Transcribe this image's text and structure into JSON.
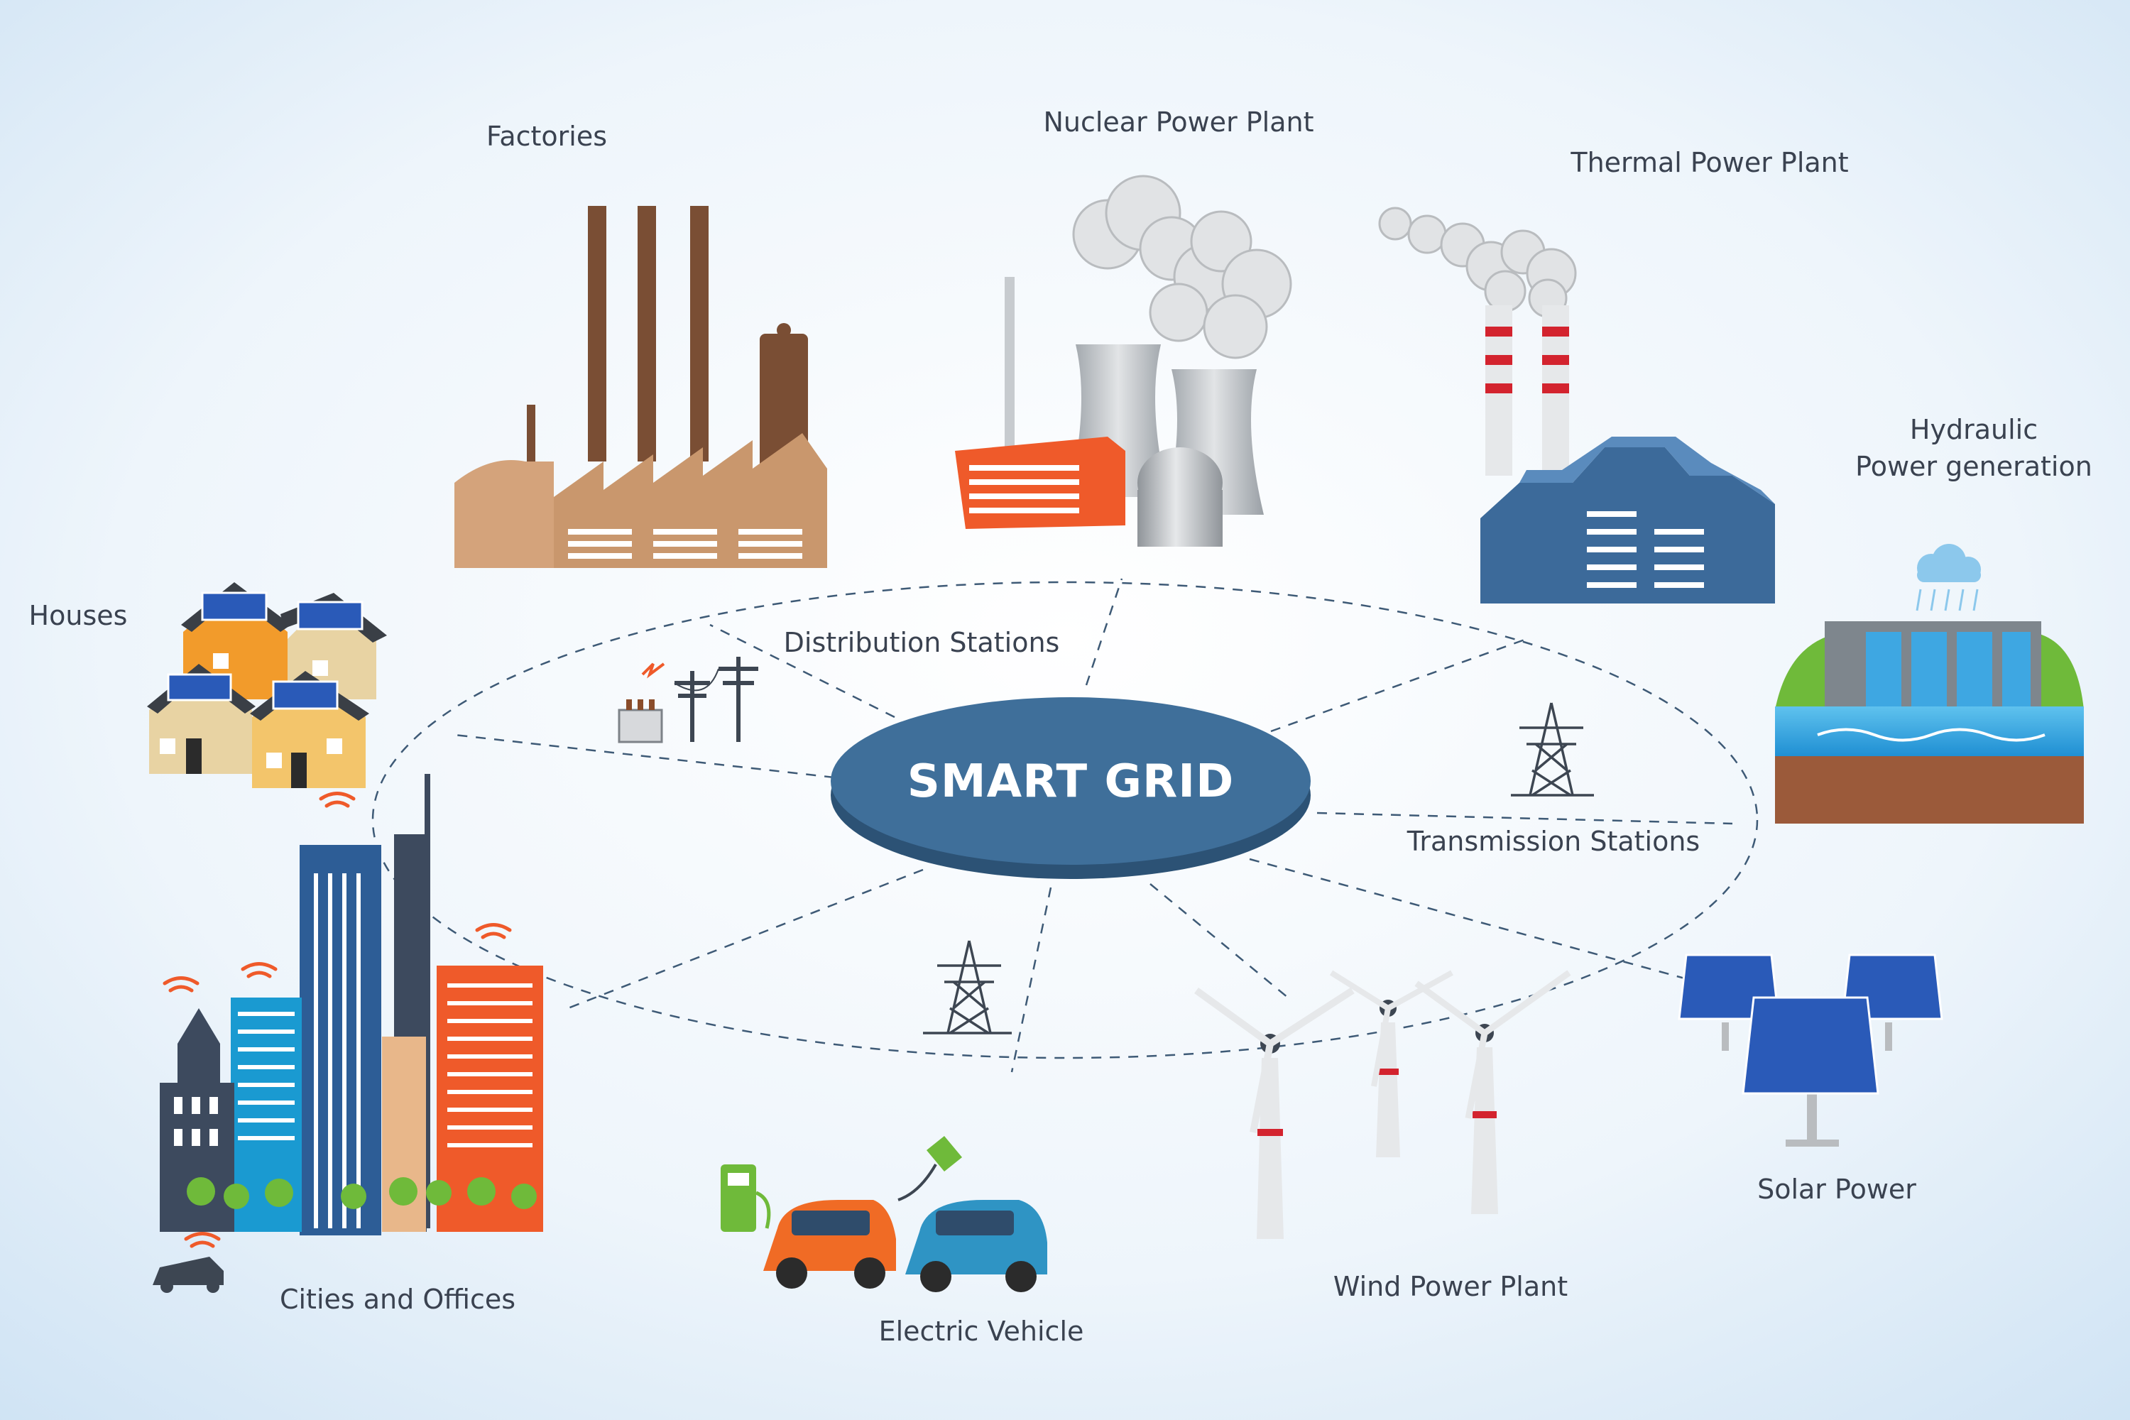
{
  "hub": {
    "title": "SMART GRID"
  },
  "labels": {
    "factories": "Factories",
    "nuclear": "Nuclear Power Plant",
    "thermal": "Thermal Power Plant",
    "hydraulic_line1": "Hydraulic",
    "hydraulic_line2": "Power generation",
    "houses": "Houses",
    "distribution": "Distribution Stations",
    "transmission": "Transmission Stations",
    "cities": "Cities and Offices",
    "ev": "Electric Vehicle",
    "wind": "Wind Power Plant",
    "solar": "Solar Power"
  },
  "colors": {
    "hub": "#3f6f9a",
    "hub_edge": "#2c5275",
    "background_top": "#eef5fb",
    "background_edge": "#cfe3f4",
    "factory": "#c9976d",
    "chimney": "#7a4e34",
    "nuclear_accent": "#ef5a2a",
    "thermal_building": "#3c6a9a",
    "stack_stripe": "#d3232e",
    "solar_panel": "#2a5ab8",
    "ev_orange": "#f06b25",
    "ev_blue": "#2f94c4",
    "green": "#6fba3a"
  }
}
